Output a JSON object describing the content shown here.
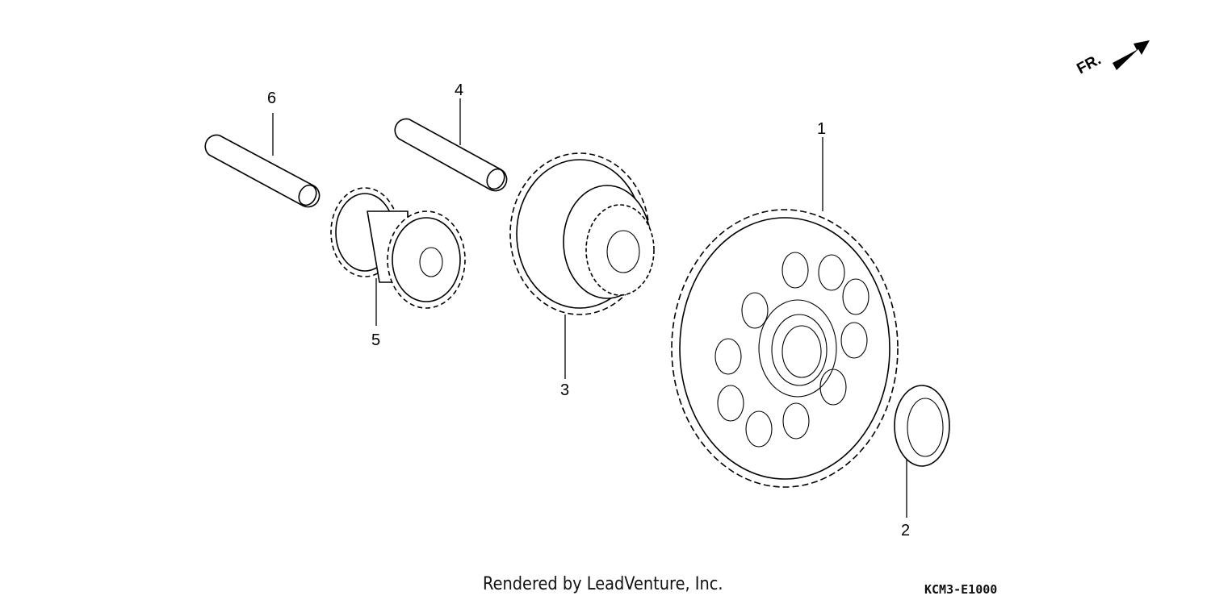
{
  "callouts": {
    "part_1": "1",
    "part_2": "2",
    "part_3": "3",
    "part_4": "4",
    "part_5": "5",
    "part_6": "6"
  },
  "direction": {
    "label": "FR.",
    "icon": "front-direction-arrow-icon"
  },
  "footer": {
    "credit": "Rendered by LeadVenture, Inc.",
    "code": "KCM3-E1000"
  },
  "colors": {
    "ink": "#000000",
    "background": "#ffffff"
  }
}
